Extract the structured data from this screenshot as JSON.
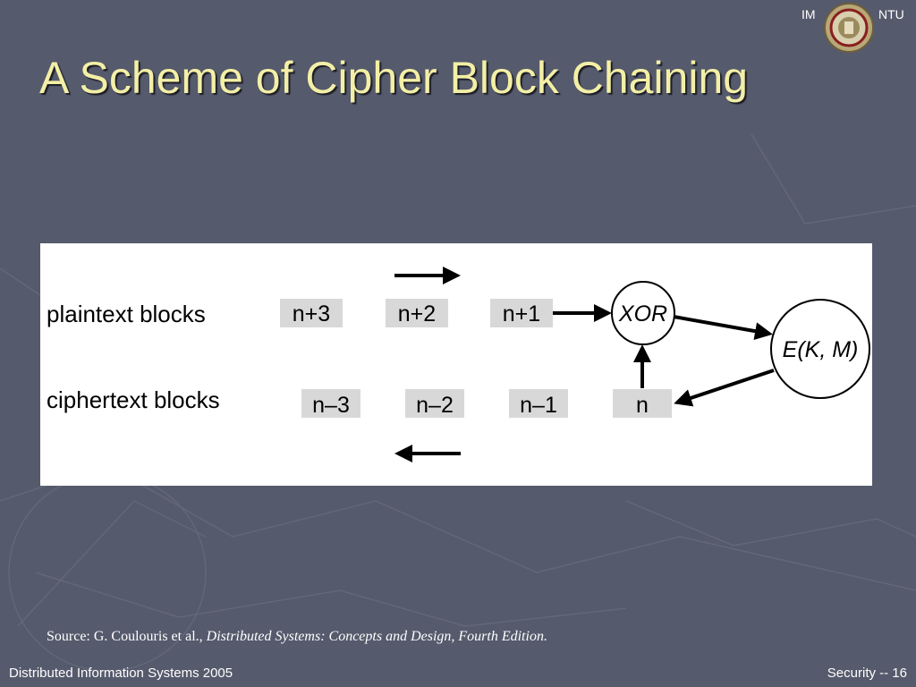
{
  "header": {
    "left_label": "IM",
    "right_label": "NTU",
    "seal_icon": "university-seal-icon"
  },
  "slide": {
    "title": "A Scheme of Cipher Block Chaining"
  },
  "diagram": {
    "row_labels": {
      "plaintext": "plaintext blocks",
      "ciphertext": "ciphertext blocks"
    },
    "plaintext_blocks": [
      "n+3",
      "n+2",
      "n+1"
    ],
    "ciphertext_blocks": [
      "n–3",
      "n–2",
      "n–1",
      "n"
    ],
    "xor_label": "XOR",
    "encrypt_label": "E(K, M)"
  },
  "source": {
    "prefix": "Source: G. Coulouris et al.,",
    "book": "Distributed Systems: Concepts and Design, Fourth Edition."
  },
  "footer": {
    "left": "Distributed Information Systems 2005",
    "right": "Security -- 16"
  },
  "colors": {
    "background": "#555a6c",
    "title": "#f3efa6",
    "block_fill": "#d8d8d8"
  }
}
